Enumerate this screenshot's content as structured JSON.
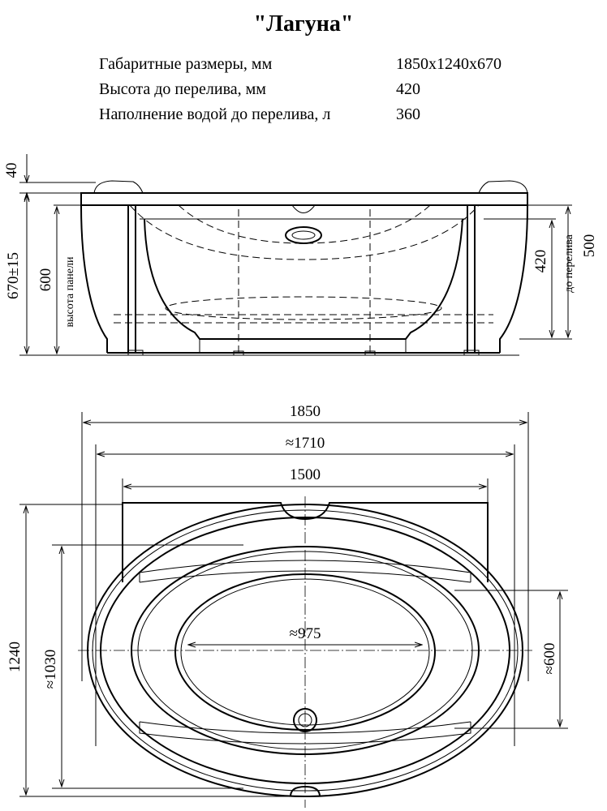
{
  "title": "\"Лагуна\"",
  "specs": [
    {
      "label": "Габаритные размеры, мм",
      "value": "1850x1240x670"
    },
    {
      "label": "Высота до перелива, мм",
      "value": "420"
    },
    {
      "label": "Наполнение водой до перелива, л",
      "value": "360"
    }
  ],
  "side_view": {
    "dim_top": "40",
    "dim_total_height": "670±15",
    "dim_panel": "600",
    "panel_label": "высота панели",
    "dim_overflow": "420",
    "overflow_label": "до перелива",
    "dim_500": "500"
  },
  "top_view": {
    "dim_length": "1850",
    "dim_outer_approx": "≈1710",
    "dim_panel_width": "1500",
    "dim_width": "1240",
    "dim_width_approx": "≈1030",
    "dim_inner_length": "≈975",
    "dim_inner_width": "≈600"
  }
}
